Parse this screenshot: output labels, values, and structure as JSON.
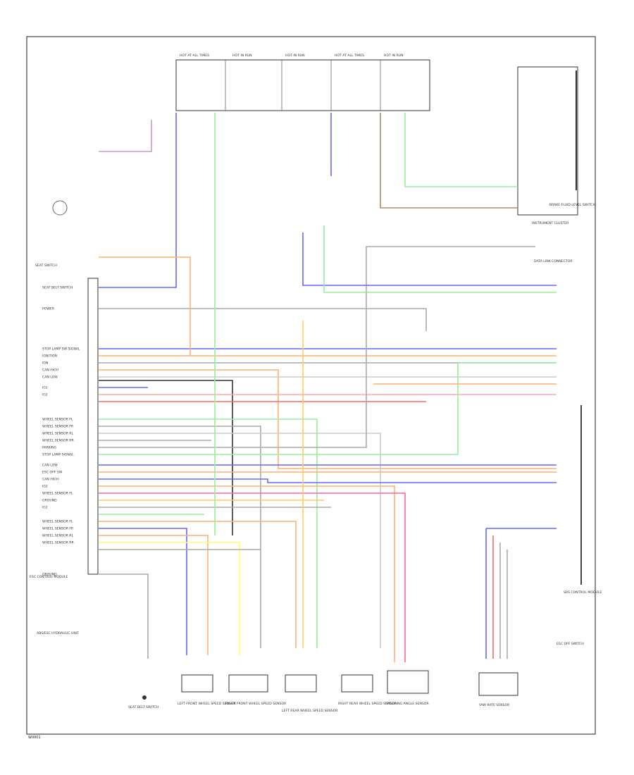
{
  "diagram": {
    "page_label": "W0001",
    "left_labels": [
      "SEAT BELT SWITCH",
      "POWER",
      "STOP LAMP SW SIGNAL",
      "IGNITION",
      "IGN",
      "CAN HIGH",
      "CAN LOW",
      "IG1",
      "IG2",
      "WHEEL SENSOR FL",
      "WHEEL SENSOR FR",
      "WHEEL SENSOR RL",
      "WHEEL SENSOR RR",
      "PARKING",
      "STOP LAMP SIGNAL",
      "CAN LOW",
      "ESC OFF SW",
      "CAN HIGH",
      "IG2",
      "WHEEL SENSOR FL",
      "GROUND",
      "IG1",
      "WHEEL SENSOR FL",
      "WHEEL SENSOR FR",
      "WHEEL SENSOR RL",
      "WHEEL SENSOR RR",
      "GROUND"
    ],
    "top_fuse_labels": [
      "HOT AT ALL TIMES",
      "HOT IN RUN",
      "HOT IN RUN",
      "HOT AT ALL TIMES",
      "HOT IN RUN"
    ],
    "bottom_components": [
      "SEAT BELT SWITCH",
      "LEFT FRONT WHEEL SPEED SENSOR",
      "RIGHT FRONT WHEEL SPEED SENSOR",
      "LEFT REAR WHEEL SPEED SENSOR",
      "RIGHT REAR WHEEL SPEED SENSOR",
      "STEERING ANGLE SENSOR",
      "YAW RATE SENSOR"
    ],
    "right_labels": [
      "INSTRUMENT CLUSTER",
      "BRAKE FLUID LEVEL SWITCH",
      "DATA LINK CONNECTOR",
      "SRS CONTROL MODULE",
      "ESC OFF SWITCH"
    ],
    "left_module_label": "ESC CONTROL MODULE",
    "left_note": "ABS/ESC HYDRAULIC UNIT",
    "seat_switch_label": "SEAT SWITCH"
  }
}
